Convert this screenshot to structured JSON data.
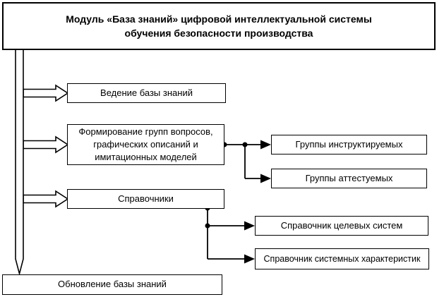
{
  "diagram": {
    "title": "Модуль «База знаний» цифровой интеллектуальной системы\nобучения безопасности производства",
    "boxes": {
      "maintenance": "Ведение базы знаний",
      "formation": "Формирование групп вопросов,\nграфических описаний и\nимитационных моделей",
      "references": "Справочники",
      "instructed_groups": "Группы инструктируемых",
      "certified_groups": "Группы аттестуемых",
      "target_systems": "Справочник целевых систем",
      "system_characteristics": "Справочник системных характеристик",
      "update": "Обновление базы знаний"
    },
    "colors": {
      "line": "#000000",
      "box_fill": "#ffffff",
      "background": "#ffffff",
      "text": "#000000"
    }
  }
}
